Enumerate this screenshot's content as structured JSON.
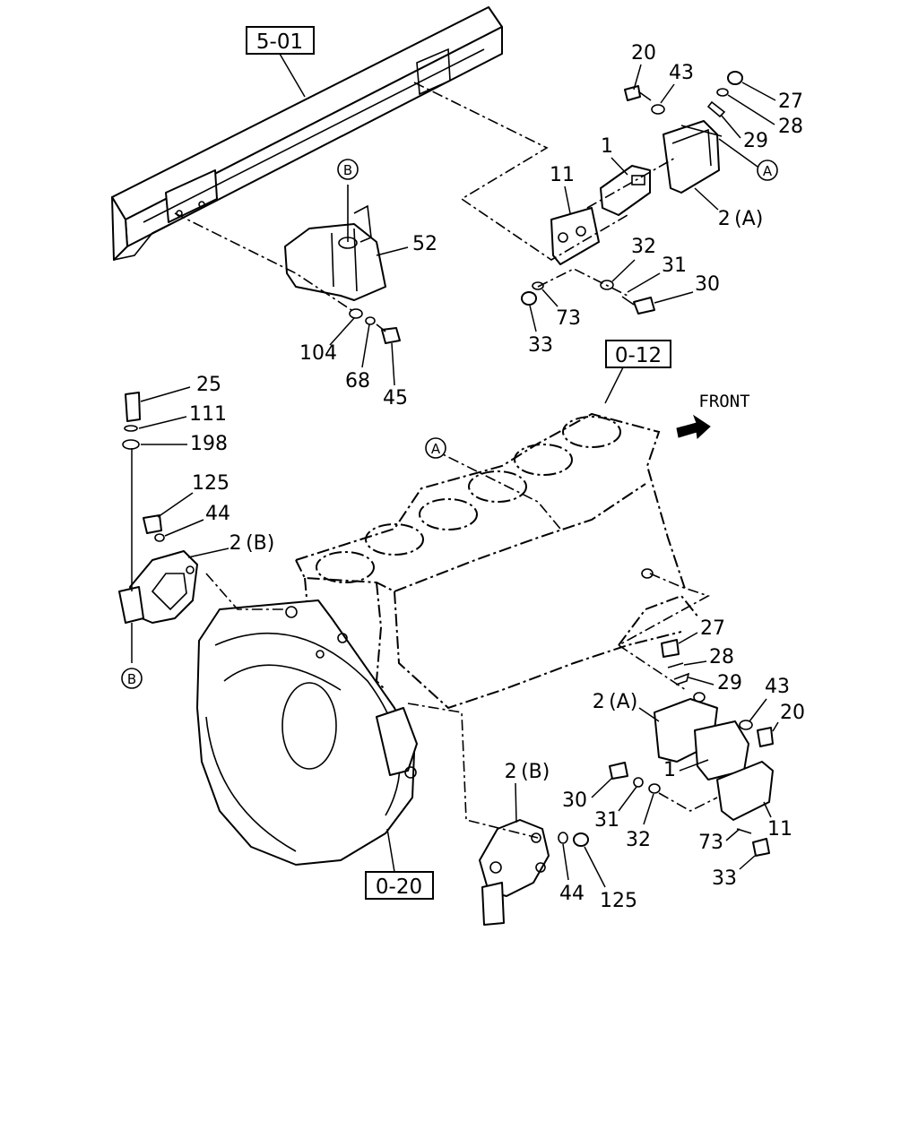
{
  "references": {
    "frame": "5-01",
    "engine_block": "0-12",
    "flywheel_housing": "0-20"
  },
  "circle_markers": {
    "a": "A",
    "b": "B"
  },
  "front_indicator": "FRONT",
  "callouts": {
    "top_right_mount": {
      "p20": "20",
      "p43": "43",
      "p27": "27",
      "p28": "28",
      "p29": "29",
      "p1": "1",
      "p11": "11",
      "p2a": "2 (A)",
      "p32": "32",
      "p31": "31",
      "p30": "30",
      "p73": "73",
      "p33": "33"
    },
    "frame_mount": {
      "p52": "52",
      "p104": "104",
      "p68": "68",
      "p45": "45"
    },
    "left_bracket": {
      "p25": "25",
      "p111": "111",
      "p198": "198",
      "p125": "125",
      "p44": "44",
      "p2b": "2 (B)"
    },
    "lower_right_mount": {
      "p27": "27",
      "p28": "28",
      "p29": "29",
      "p2a": "2 (A)",
      "p43": "43",
      "p20": "20",
      "p1": "1",
      "p30": "30",
      "p31": "31",
      "p32": "32",
      "p73": "73",
      "p11": "11",
      "p33": "33"
    },
    "lower_bracket": {
      "p2b": "2 (B)",
      "p44": "44",
      "p125": "125"
    }
  }
}
